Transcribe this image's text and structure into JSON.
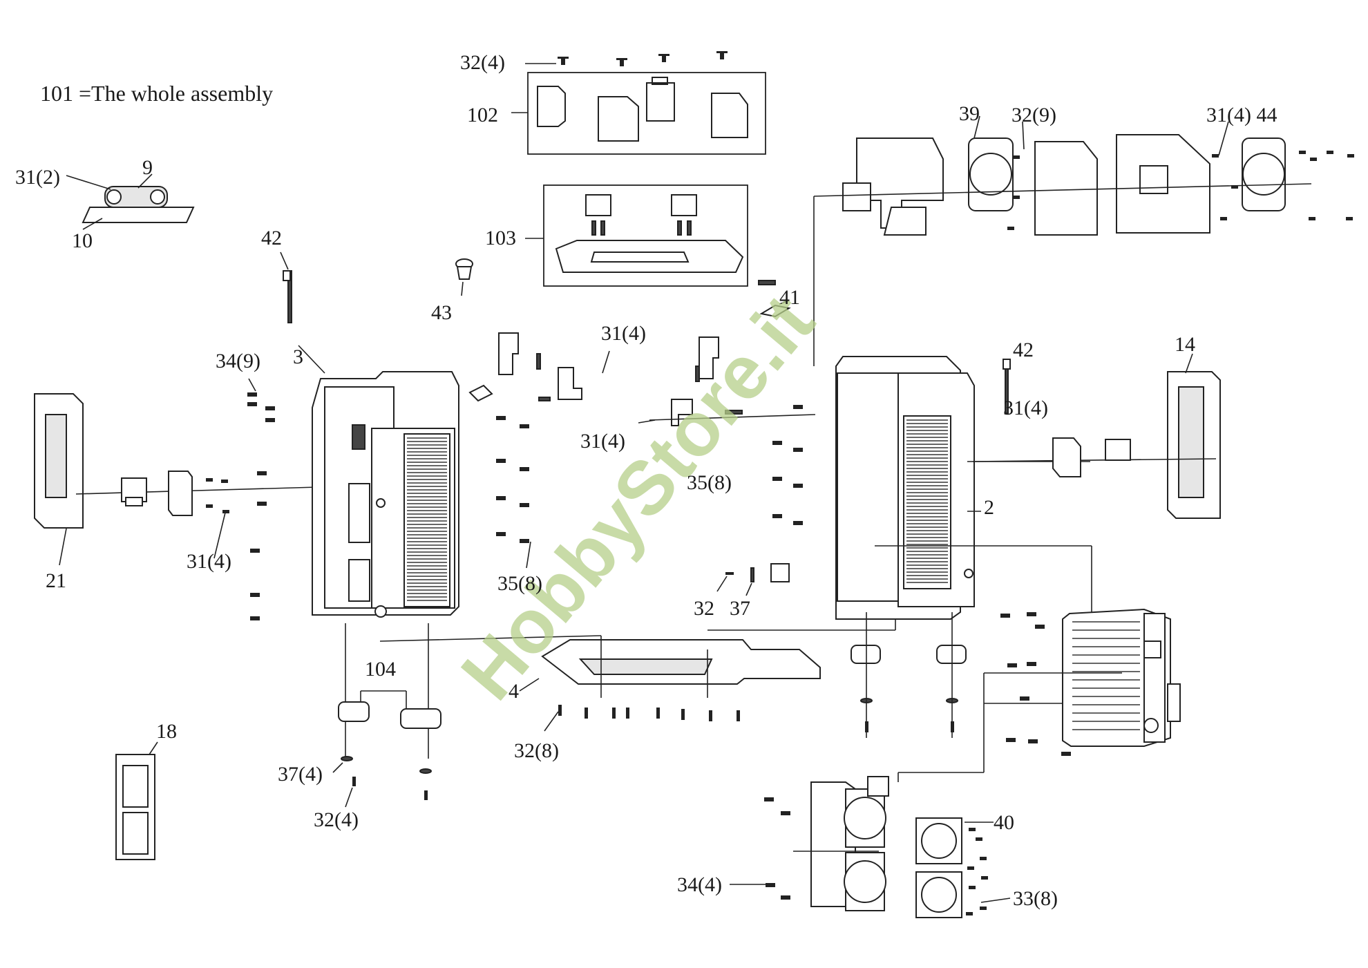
{
  "note": "101 =The whole assembly",
  "watermark": "HobbyStore.it",
  "labels": {
    "l_32_4_top": "32(4)",
    "l_102": "102",
    "l_103": "103",
    "l_31_2": "31(2)",
    "l_9": "9",
    "l_10": "10",
    "l_42_left": "42",
    "l_43": "43",
    "l_41": "41",
    "l_39": "39",
    "l_32_9": "32(9)",
    "l_31_4_44": "31(4) 44",
    "l_3": "3",
    "l_34_9": "34(9)",
    "l_31_4_mid": "31(4)",
    "l_31_4_midlow": "31(4)",
    "l_42_right": "42",
    "l_14": "14",
    "l_31_4_right": "31(4)",
    "l_35_8_right": "35(8)",
    "l_2": "2",
    "l_21": "21",
    "l_31_4_left": "31(4)",
    "l_35_8_mid": "35(8)",
    "l_32": "32",
    "l_37": "37",
    "l_104": "104",
    "l_4": "4",
    "l_18": "18",
    "l_37_4": "37(4)",
    "l_32_4_bottom": "32(4)",
    "l_32_8": "32(8)",
    "l_40": "40",
    "l_34_4": "34(4)",
    "l_33_8": "33(8)"
  }
}
